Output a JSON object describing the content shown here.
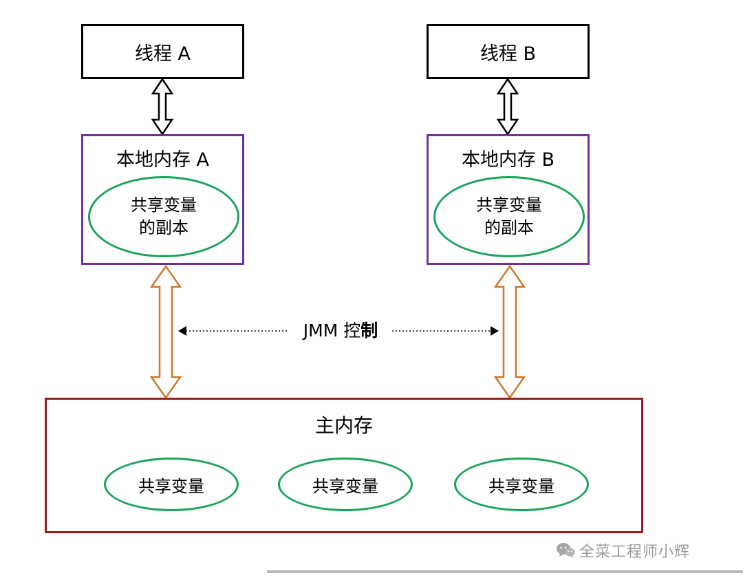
{
  "diagram": {
    "thread_a": {
      "label": "线程 A"
    },
    "thread_b": {
      "label": "线程 B"
    },
    "local_memory_a": {
      "title": "本地内存 A",
      "ellipse_line1": "共享变量",
      "ellipse_line2": "的副本"
    },
    "local_memory_b": {
      "title": "本地内存 B",
      "ellipse_line1": "共享变量",
      "ellipse_line2": "的副本"
    },
    "jmm_control": {
      "label_normal": "JMM 控",
      "label_bold": "制"
    },
    "main_memory": {
      "title": "主内存",
      "shared_vars": [
        "共享变量",
        "共享变量",
        "共享变量"
      ]
    },
    "colors": {
      "thread_border": "#000000",
      "local_border": "#7030A0",
      "main_border": "#9A1B1B",
      "ellipse_border": "#1CA35C",
      "orange_arrow": "#D0772B",
      "black_arrow": "#000000"
    }
  },
  "watermark": {
    "icon": "wechat-icon",
    "text": "全菜工程师小辉"
  }
}
